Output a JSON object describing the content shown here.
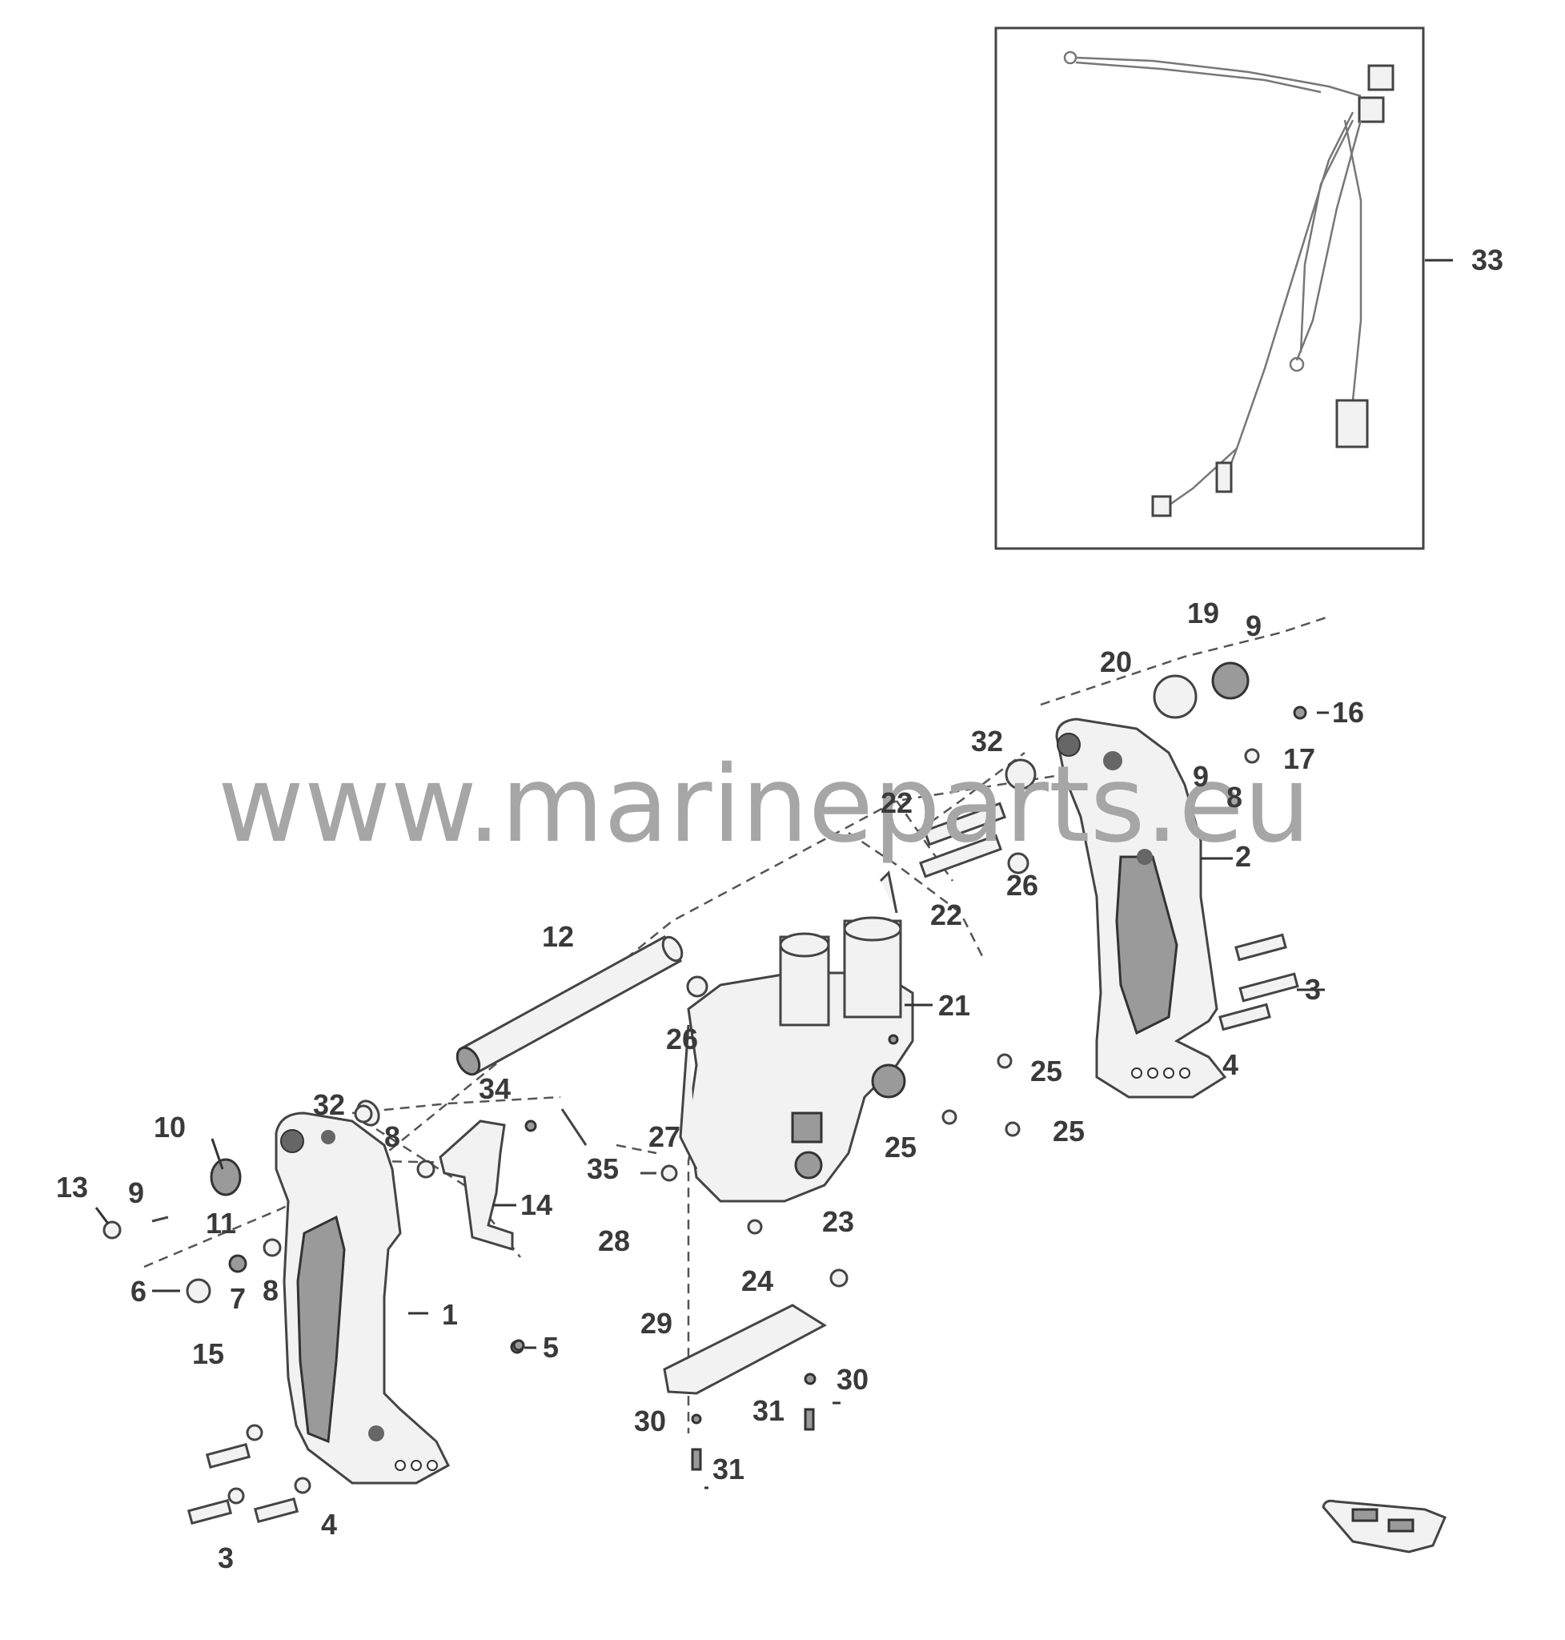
{
  "watermark": "www.marineparts.eu",
  "callouts": {
    "c1": "1",
    "c2": "2",
    "c3a": "3",
    "c3b": "3",
    "c4a": "4",
    "c4b": "4",
    "c5": "5",
    "c6": "6",
    "c7": "7",
    "c8a": "8",
    "c8b": "8",
    "c8c": "8",
    "c9a": "9",
    "c9b": "9",
    "c9c": "9",
    "c10": "10",
    "c11": "11",
    "c12": "12",
    "c13": "13",
    "c14": "14",
    "c15": "15",
    "c16": "16",
    "c17": "17",
    "c19": "19",
    "c20": "20",
    "c21": "21",
    "c22a": "22",
    "c22b": "22",
    "c23": "23",
    "c24": "24",
    "c25a": "25",
    "c25b": "25",
    "c25c": "25",
    "c26a": "26",
    "c26b": "26",
    "c27": "27",
    "c28": "28",
    "c29": "29",
    "c30a": "30",
    "c30b": "30",
    "c31a": "31",
    "c31b": "31",
    "c32a": "32",
    "c32b": "32",
    "c33": "33",
    "c34": "34",
    "c35": "35"
  }
}
